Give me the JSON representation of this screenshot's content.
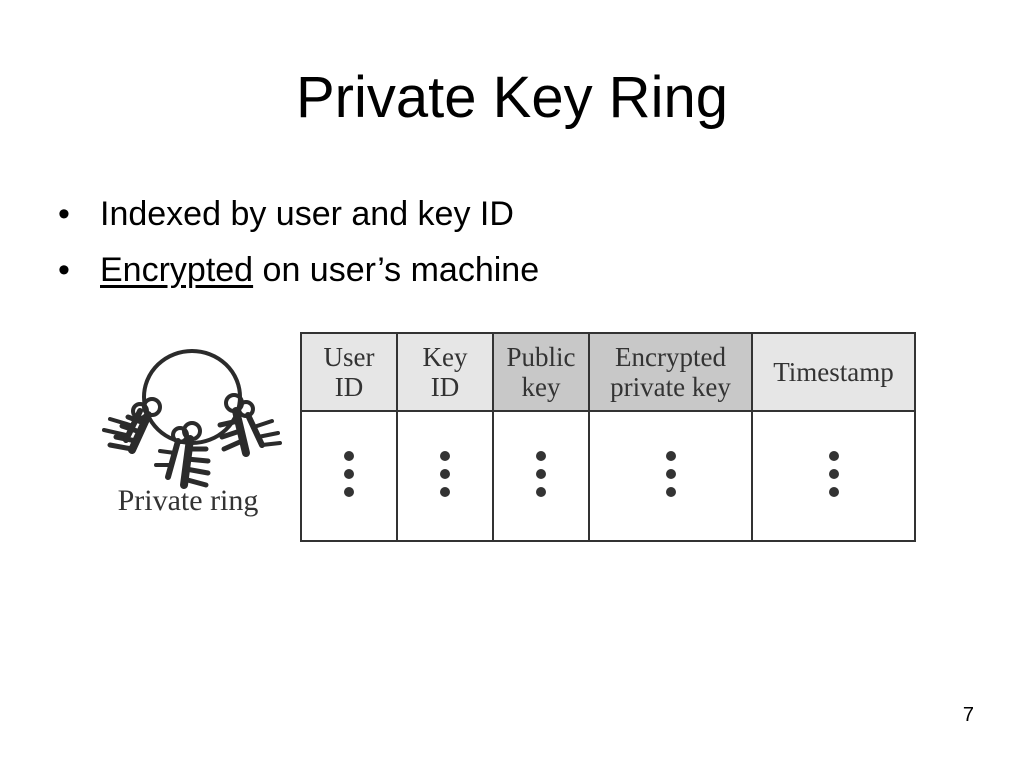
{
  "slide": {
    "title": "Private Key Ring",
    "bullet_symbol": "•",
    "bullets": [
      {
        "text": "Indexed by user and key ID"
      },
      {
        "underlined": "Encrypted",
        "rest": " on user’s machine"
      }
    ],
    "page_number": "7"
  },
  "figure": {
    "ring_label": "Private ring",
    "icon": "key-ring-icon",
    "table": {
      "headers": [
        {
          "line1": "User",
          "line2": "ID"
        },
        {
          "line1": "Key",
          "line2": "ID"
        },
        {
          "line1": "Public",
          "line2": "key"
        },
        {
          "line1": "Encrypted",
          "line2": "private key"
        },
        {
          "line1": "Timestamp",
          "line2": ""
        }
      ],
      "cell_icon": "vertical-ellipsis-icon",
      "header_fill": "#e6e6e6",
      "shaded_header_fill": "#c8c8c8"
    }
  }
}
